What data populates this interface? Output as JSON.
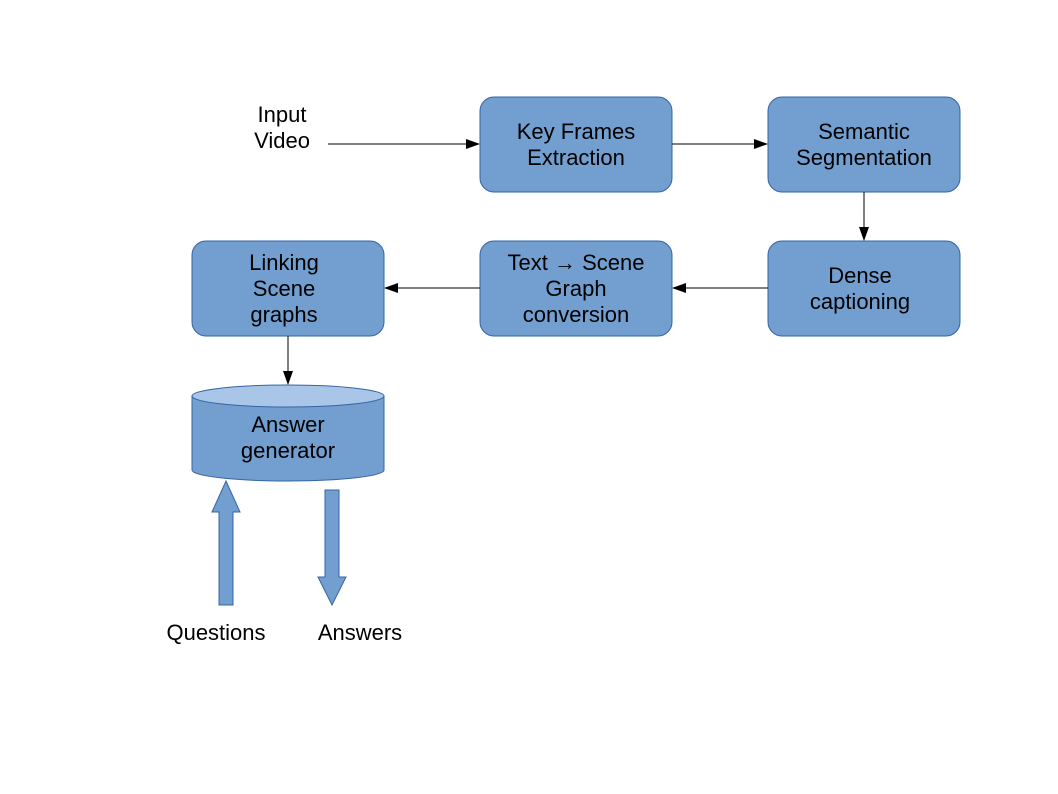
{
  "colors": {
    "box_fill": "#729fcf",
    "box_stroke": "#3465a4",
    "cylinder_top": "#a9c6e8",
    "connector": "#000000",
    "text": "#000000"
  },
  "nodes": {
    "input_video": "Input\nVideo",
    "key_frames": "Key Frames\nExtraction",
    "semantic_segmentation": "Semantic\nSegmentation",
    "dense_captioning": "Dense\ncaptioning",
    "text_to_scene_graph": "Text → Scene\nGraph\nconversion",
    "linking_scene_graphs": "Linking\nScene\n graphs",
    "answer_generator": "Answer\ngenerator",
    "questions": "Questions",
    "answers": "Answers"
  }
}
